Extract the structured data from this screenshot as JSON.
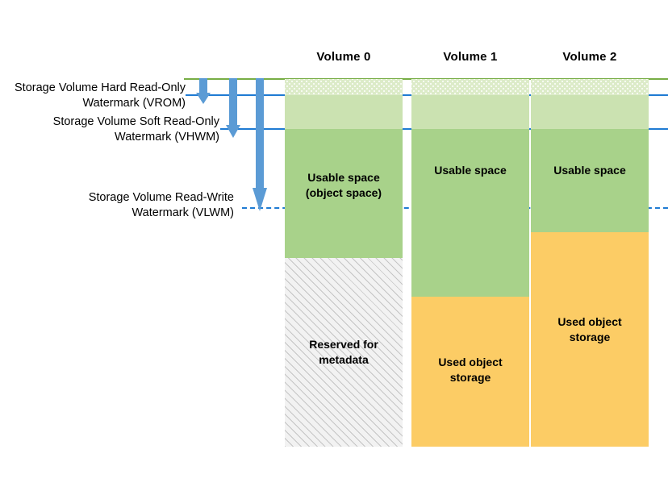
{
  "watermarks": [
    {
      "key": "vrom",
      "label": "Storage Volume Hard Read-Only\nWatermark (VROM)",
      "line_color": "#1F7BD3",
      "line_style": "solid"
    },
    {
      "key": "vhwm",
      "label": "Storage Volume Soft Read-Only\nWatermark (VHWM)",
      "line_color": "#1F7BD3",
      "line_style": "solid"
    },
    {
      "key": "vlwm",
      "label": "Storage Volume Read-Write\nWatermark (VLWM)",
      "line_color": "#1F7BD3",
      "line_style": "dashed"
    }
  ],
  "top_rule_color": "#77AD45",
  "arrow_color": "#5B9BD5",
  "columns": [
    {
      "header": "Volume 0",
      "segments": [
        {
          "name": "reserve-band",
          "label": "",
          "fill": "#DCEBC8",
          "pattern": "dotted"
        },
        {
          "name": "headroom-band",
          "label": "",
          "fill": "#CBE2B1",
          "pattern": "solid"
        },
        {
          "name": "usable-space",
          "label": "Usable space\n(object space)",
          "fill": "#A8D28A",
          "pattern": "solid"
        },
        {
          "name": "reserved-metadata",
          "label": "Reserved for\nmetadata",
          "fill": "#F2F2F2",
          "pattern": "hatch"
        }
      ]
    },
    {
      "header": "Volume 1",
      "segments": [
        {
          "name": "reserve-band",
          "label": "",
          "fill": "#DCEBC8",
          "pattern": "dotted"
        },
        {
          "name": "headroom-band",
          "label": "",
          "fill": "#CBE2B1",
          "pattern": "solid"
        },
        {
          "name": "usable-space",
          "label": "Usable space",
          "fill": "#A8D28A",
          "pattern": "solid"
        },
        {
          "name": "used-object-storage",
          "label": "Used object\nstorage",
          "fill": "#FCCC65",
          "pattern": "solid"
        }
      ]
    },
    {
      "header": "Volume 2",
      "segments": [
        {
          "name": "reserve-band",
          "label": "",
          "fill": "#DCEBC8",
          "pattern": "dotted"
        },
        {
          "name": "headroom-band",
          "label": "",
          "fill": "#CBE2B1",
          "pattern": "solid"
        },
        {
          "name": "usable-space",
          "label": "Usable space",
          "fill": "#A8D28A",
          "pattern": "solid"
        },
        {
          "name": "used-object-storage",
          "label": "Used object\nstorage",
          "fill": "#FCCC65",
          "pattern": "solid"
        }
      ]
    }
  ]
}
